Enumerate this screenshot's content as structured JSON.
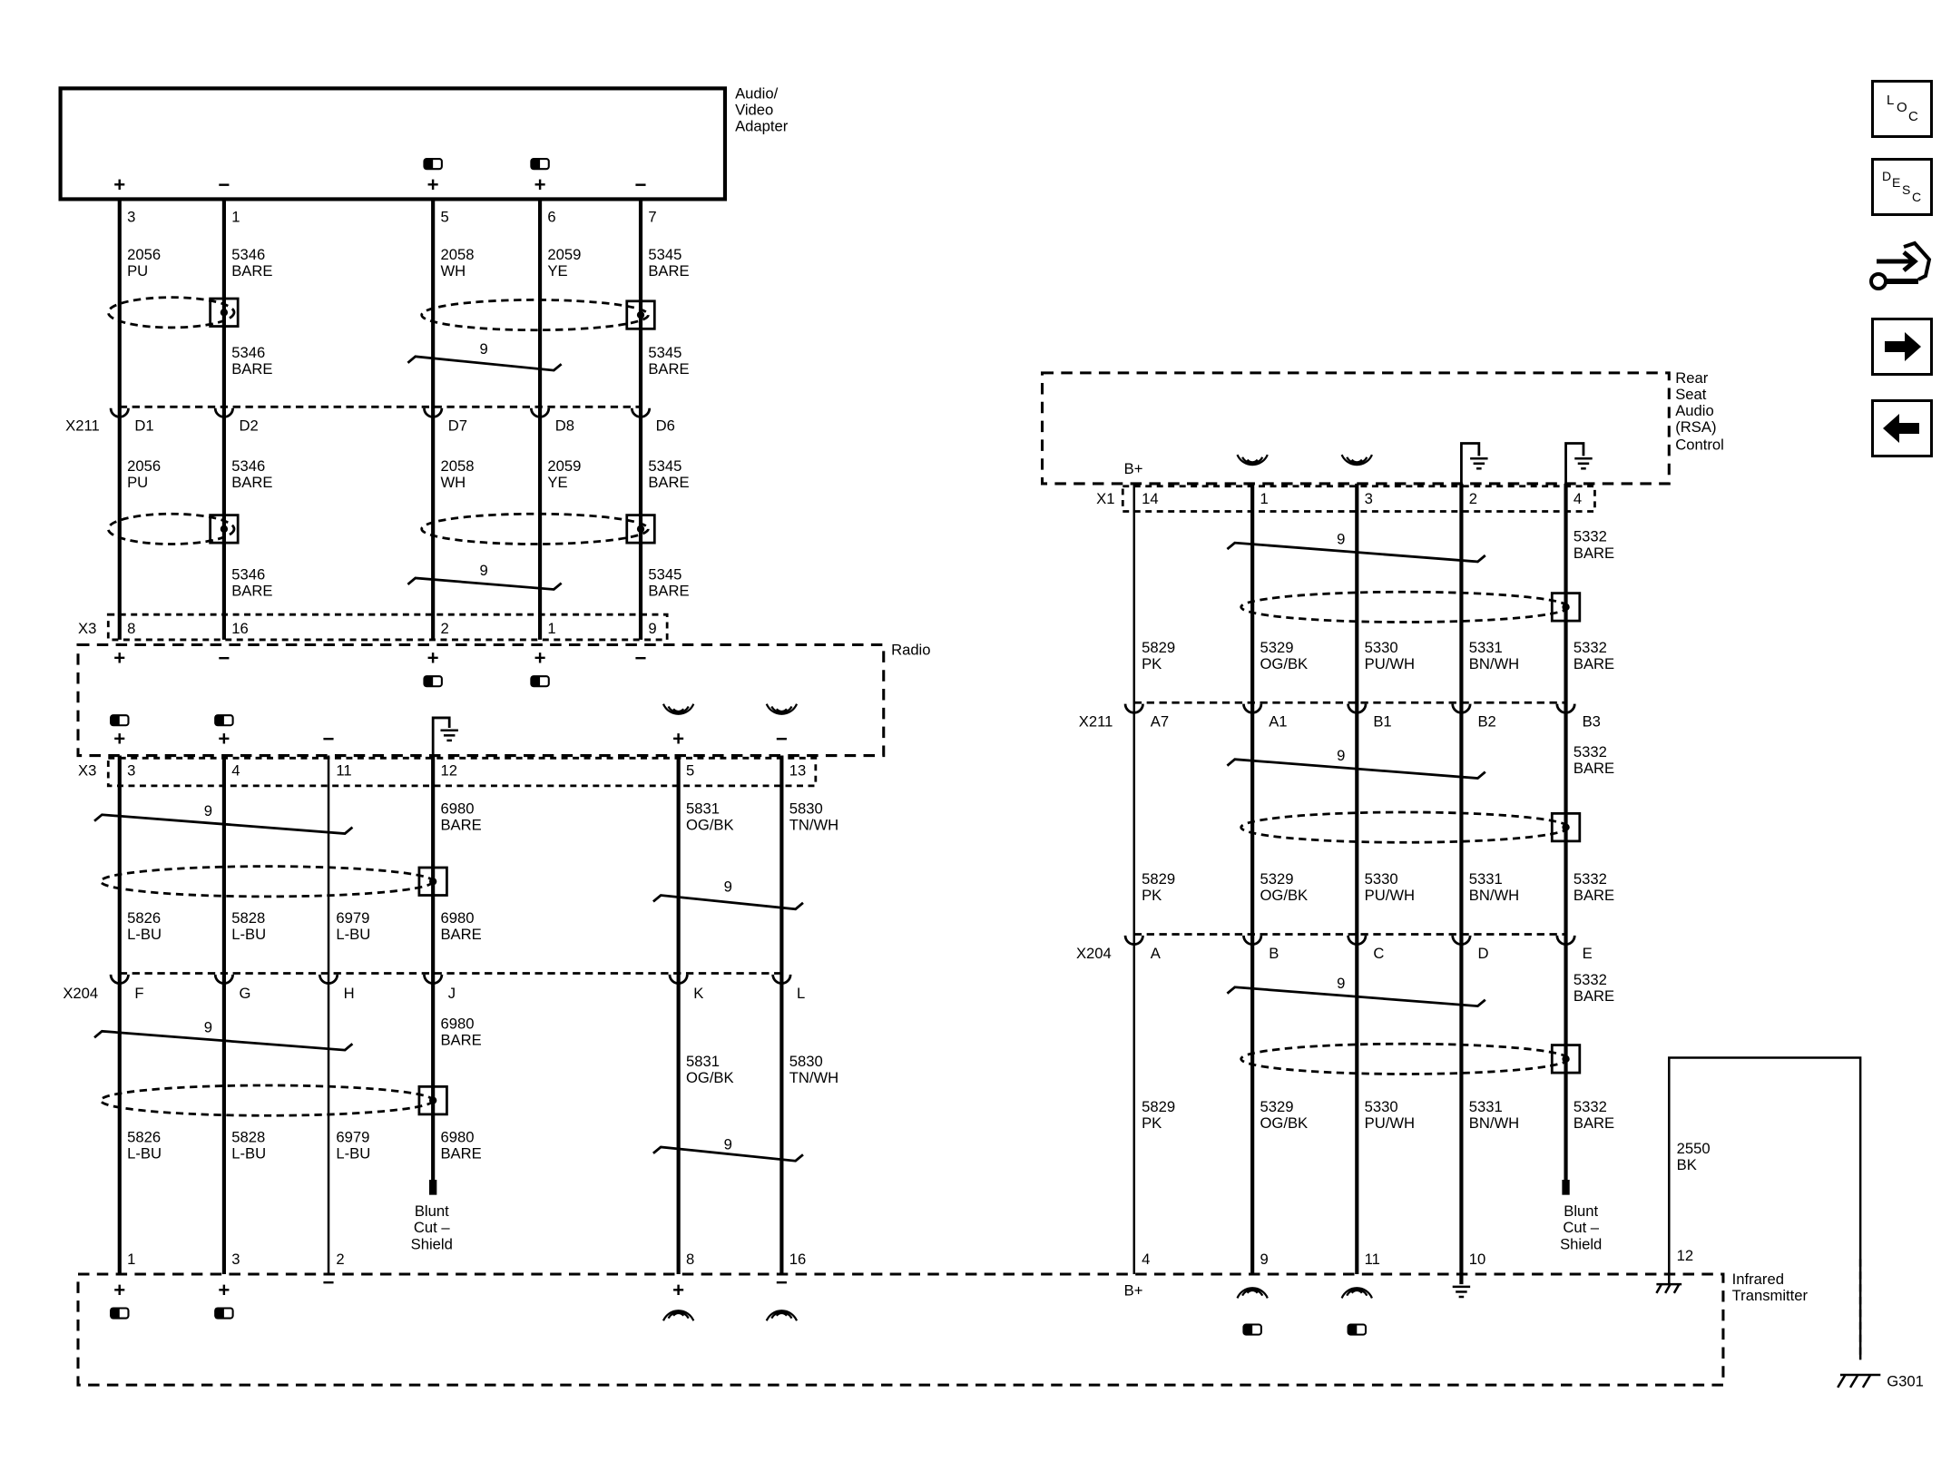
{
  "components": {
    "av_adapter": [
      "Audio/",
      "Video",
      "Adapter"
    ],
    "rsa": [
      "Rear",
      "Seat",
      "Audio",
      "(RSA)",
      "Control"
    ],
    "radio": "Radio",
    "ir": [
      "Infrared",
      "Transmitter"
    ]
  },
  "connectors": {
    "X211": "X211",
    "X3": "X3",
    "X204": "X204",
    "X1": "X1"
  },
  "ground": "G301",
  "symbols": {
    "plus": "+",
    "minus": "−",
    "bplus": "B+",
    "twist": "9"
  },
  "blunt_cut": [
    "Blunt",
    "Cut –",
    "Shield"
  ],
  "av_pins": [
    "3",
    "1",
    "5",
    "6",
    "7"
  ],
  "av_polarity": [
    "+",
    "−",
    "+",
    "+",
    "−"
  ],
  "top_wires": [
    {
      "id": "2056",
      "color": "PU"
    },
    {
      "id": "5346",
      "color": "BARE"
    },
    {
      "id": "2058",
      "color": "WH"
    },
    {
      "id": "2059",
      "color": "YE"
    },
    {
      "id": "5345",
      "color": "BARE"
    }
  ],
  "x211_pins_left": [
    "D1",
    "D2",
    "D7",
    "D8",
    "D6"
  ],
  "x3_upper_pins": [
    "8",
    "16",
    "2",
    "1",
    "9"
  ],
  "x3_upper_polarity": [
    "+",
    "−",
    "+",
    "+",
    "−"
  ],
  "radio_low_polarity": [
    "+",
    "+",
    "−",
    "",
    "+",
    "−"
  ],
  "x3_lower_pins": [
    "3",
    "4",
    "11",
    "12",
    "5",
    "13"
  ],
  "lower_wires": [
    {
      "id": "5826",
      "color": "L-BU"
    },
    {
      "id": "5828",
      "color": "L-BU"
    },
    {
      "id": "6979",
      "color": "L-BU"
    },
    {
      "id": "6980",
      "color": "BARE"
    },
    {
      "id": "5831",
      "color": "OG/BK"
    },
    {
      "id": "5830",
      "color": "TN/WH"
    }
  ],
  "x204_pins_left": [
    "F",
    "G",
    "H",
    "J",
    "K",
    "L"
  ],
  "ir_pins_left": [
    "1",
    "3",
    "2",
    "8",
    "16"
  ],
  "ir_polarity_left": [
    "+",
    "+",
    "−",
    "+",
    "−"
  ],
  "rsa_pins": [
    "14",
    "1",
    "3",
    "2",
    "4"
  ],
  "rsa_wires": [
    {
      "id": "5829",
      "color": "PK"
    },
    {
      "id": "5329",
      "color": "OG/BK"
    },
    {
      "id": "5330",
      "color": "PU/WH"
    },
    {
      "id": "5331",
      "color": "BN/WH"
    },
    {
      "id": "5332",
      "color": "BARE"
    }
  ],
  "x211_pins_right": [
    "A7",
    "A1",
    "B1",
    "B2",
    "B3"
  ],
  "x204_pins_right": [
    "A",
    "B",
    "C",
    "D",
    "E"
  ],
  "ir_pins_right": [
    "4",
    "9",
    "11",
    "10"
  ],
  "ground_wire": {
    "id": "2550",
    "color": "BK",
    "pin": "12"
  },
  "side_buttons": [
    {
      "name": "loc-button",
      "label": "LOC"
    },
    {
      "name": "desc-button",
      "label": "DESC"
    },
    {
      "name": "repair-button",
      "label": "repair"
    },
    {
      "name": "next-button",
      "label": "next"
    },
    {
      "name": "back-button",
      "label": "back"
    }
  ]
}
